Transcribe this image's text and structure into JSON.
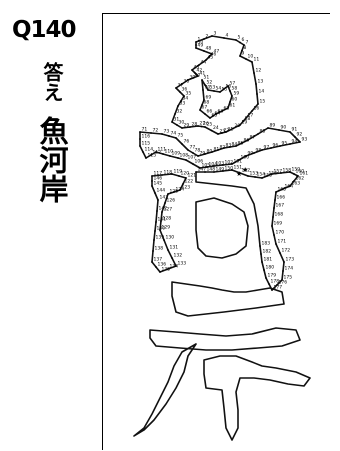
{
  "question": {
    "number": "Q140"
  },
  "answer": {
    "label": "答え",
    "text": "魚河岸"
  },
  "puzzle": {
    "numbers_visible": [
      "1",
      "2",
      "3",
      "4",
      "5",
      "6",
      "7",
      "8",
      "9",
      "10",
      "11",
      "12",
      "13",
      "14",
      "15",
      "16",
      "17",
      "18",
      "19",
      "20",
      "21",
      "22",
      "23",
      "24",
      "25",
      "26",
      "27",
      "28",
      "29",
      "30",
      "31",
      "32",
      "33",
      "34",
      "35",
      "36",
      "37",
      "38",
      "39",
      "40",
      "41",
      "42",
      "43",
      "44",
      "45",
      "46",
      "47",
      "48",
      "49",
      "50",
      "51",
      "52",
      "53",
      "54",
      "55",
      "56",
      "57",
      "58",
      "59",
      "60",
      "61",
      "62",
      "63",
      "64",
      "65",
      "66",
      "67",
      "68",
      "69",
      "70",
      "71",
      "72",
      "73",
      "74",
      "75",
      "76",
      "77",
      "78",
      "79",
      "80",
      "81",
      "82",
      "83",
      "84",
      "85",
      "86",
      "87",
      "88",
      "89",
      "90",
      "91",
      "92",
      "93",
      "94",
      "95",
      "96",
      "97",
      "98",
      "99",
      "100",
      "101",
      "102",
      "103",
      "104",
      "105",
      "106",
      "107",
      "108",
      "109",
      "110",
      "111",
      "112",
      "113",
      "114",
      "115",
      "116",
      "117",
      "118",
      "119",
      "120",
      "121",
      "122",
      "123",
      "124",
      "125",
      "126",
      "127",
      "128",
      "129",
      "130",
      "131",
      "132",
      "133",
      "134",
      "135",
      "136",
      "137",
      "138",
      "139",
      "140",
      "141",
      "142",
      "143",
      "144",
      "145",
      "146",
      "147",
      "148",
      "149",
      "150",
      "151",
      "152",
      "153",
      "154",
      "155",
      "156",
      "157",
      "158",
      "159",
      "160",
      "161",
      "162",
      "163",
      "164",
      "165",
      "166",
      "167",
      "168",
      "169",
      "170",
      "171",
      "172",
      "173",
      "174",
      "175",
      "176",
      "177",
      "178",
      "179",
      "180",
      "181",
      "182",
      "183"
    ],
    "start_markers": [
      "star",
      "star"
    ]
  }
}
